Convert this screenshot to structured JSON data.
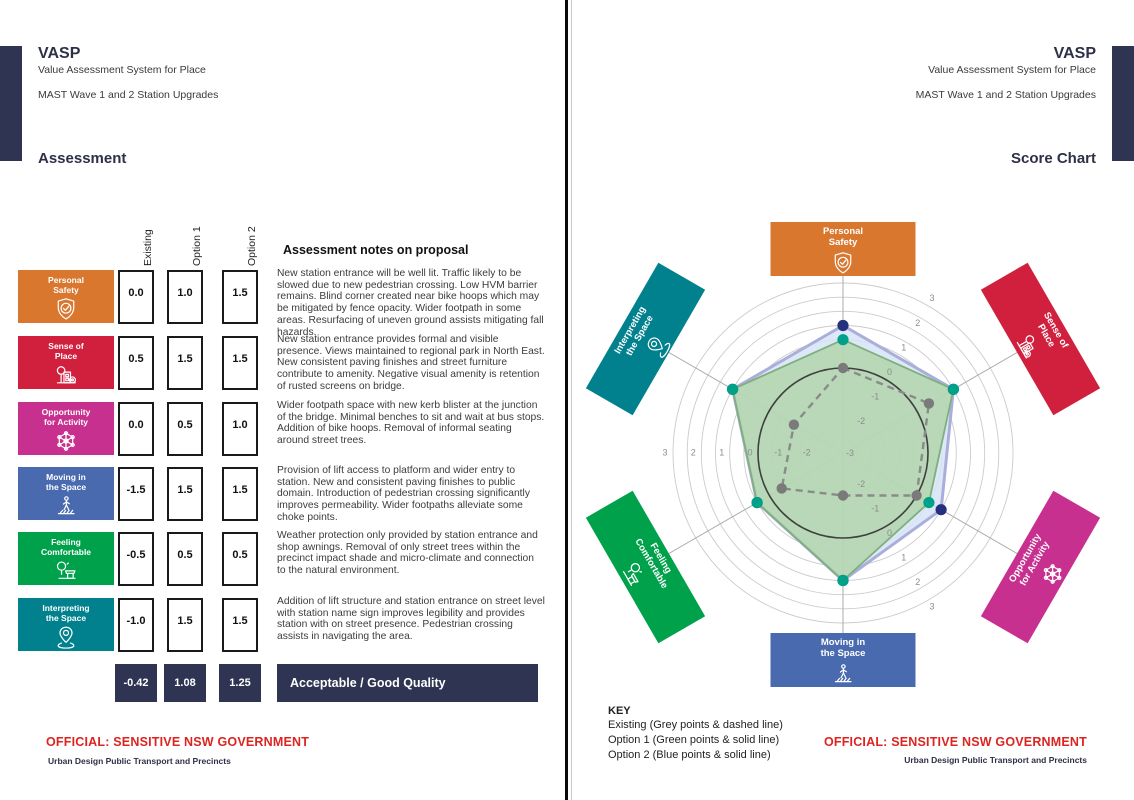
{
  "page_left": {
    "title": "VASP",
    "subtitle": "Value Assessment System for Place",
    "project": "MAST Wave 1 and 2 Station Upgrades",
    "section_title": "Assessment",
    "notes_title": "Assessment notes on proposal",
    "columns": [
      "Existing",
      "Option 1",
      "Option 2"
    ],
    "totals": [
      "-0.42",
      "1.08",
      "1.25"
    ],
    "verdict": "Acceptable / Good Quality",
    "footer_classification": "OFFICIAL: SENSITIVE NSW GOVERNMENT",
    "footer_org": "Urban Design Public Transport and Precincts",
    "rows": [
      {
        "label_lines": [
          "Personal",
          "Safety"
        ],
        "color": "#D9772F",
        "icon": "shield-check-icon",
        "values": [
          "0.0",
          "1.0",
          "1.5"
        ],
        "note": "New station entrance will be well lit. Traffic likely to be slowed due to new pedestrian crossing. Low HVM barrier remains. Blind corner created near bike hoops which may be mitigated by fence opacity. Wider footpath in some areas. Resurfacing of uneven ground assists mitigating fall hazards."
      },
      {
        "label_lines": [
          "Sense of",
          "Place"
        ],
        "color": "#D0203E",
        "icon": "place-buildings-icon",
        "values": [
          "0.5",
          "1.5",
          "1.5"
        ],
        "note": "New station entrance provides formal and visible presence. Views maintained to regional park in North East. New consistent paving finishes and street furniture contribute to amenity. Negative visual amenity is retention of rusted screens on bridge."
      },
      {
        "label_lines": [
          "Opportunity",
          "for Activity"
        ],
        "color": "#C8308F",
        "icon": "activity-network-icon",
        "values": [
          "0.0",
          "0.5",
          "1.0"
        ],
        "note": "Wider footpath space with new kerb blister at the junction of the bridge. Minimal benches to sit and wait at bus stops. Addition of bike hoops. Removal of informal seating around street trees."
      },
      {
        "label_lines": [
          "Moving in",
          "the Space"
        ],
        "color": "#4A6AB0",
        "icon": "pedestrian-crossing-icon",
        "values": [
          "-1.5",
          "1.5",
          "1.5"
        ],
        "note": "Provision of lift access to platform and wider entry to station. New and consistent paving finishes to public domain. Introduction of pedestrian crossing significantly improves permeability. Wider footpaths alleviate some choke points."
      },
      {
        "label_lines": [
          "Feeling",
          "Comfortable"
        ],
        "color": "#00A14B",
        "icon": "tree-bench-icon",
        "values": [
          "-0.5",
          "0.5",
          "0.5"
        ],
        "note": "Weather protection only provided by station entrance and shop awnings. Removal of only street trees within the precinct impact shade and micro-climate and connection to the natural environment."
      },
      {
        "label_lines": [
          "Interpreting",
          "the Space"
        ],
        "color": "#00818D",
        "icon": "location-pin-icon",
        "values": [
          "-1.0",
          "1.5",
          "1.5"
        ],
        "note": "Addition of lift structure and station entrance on street level with station name sign improves legibility and provides station with on street presence. Pedestrian crossing assists in navigating the area."
      }
    ]
  },
  "page_right": {
    "title": "VASP",
    "subtitle": "Value Assessment System for Place",
    "project": "MAST Wave 1 and 2 Station Upgrades",
    "section_title": "Score Chart",
    "key_title": "KEY",
    "key_items": [
      "Existing (Grey points & dashed line)",
      "Option 1 (Green points & solid line)",
      "Option 2 (Blue points & solid line)"
    ],
    "footer_classification": "OFFICIAL: SENSITIVE NSW GOVERNMENT",
    "footer_org": "Urban Design Public Transport and Precincts"
  },
  "chart_data": {
    "type": "radar",
    "title": "Score Chart",
    "scale": {
      "min": -3,
      "max": 3,
      "ring_step": 0.5,
      "zero_ring_emphasized": true,
      "tick_values": [
        3,
        2,
        1,
        0,
        -1,
        -2,
        -3
      ],
      "tick_directions_deg": [
        30,
        150,
        270
      ]
    },
    "axes": [
      {
        "label": "Personal Safety",
        "label_lines": [
          "Personal",
          "Safety"
        ],
        "color": "#D9772F",
        "icon": "shield-check-icon"
      },
      {
        "label": "Sense of Place",
        "label_lines": [
          "Sense of",
          "Place"
        ],
        "color": "#D0203E",
        "icon": "place-buildings-icon"
      },
      {
        "label": "Opportunity for Activity",
        "label_lines": [
          "Opportunity",
          "for Activity"
        ],
        "color": "#C8308F",
        "icon": "activity-network-icon"
      },
      {
        "label": "Moving in the Space",
        "label_lines": [
          "Moving in",
          "the Space"
        ],
        "color": "#4A6AB0",
        "icon": "pedestrian-crossing-icon"
      },
      {
        "label": "Feeling Comfortable",
        "label_lines": [
          "Feeling",
          "Comfortable"
        ],
        "color": "#00A14B",
        "icon": "tree-bench-icon"
      },
      {
        "label": "Interpreting the Space",
        "label_lines": [
          "Interpreting",
          "the Space"
        ],
        "color": "#00818D",
        "icon": "location-pin-icon"
      }
    ],
    "series": [
      {
        "name": "Existing",
        "values": [
          0.0,
          0.5,
          0.0,
          -1.5,
          -0.5,
          -1.0
        ],
        "line_style": "dashed",
        "line_color": "#8A8A8A",
        "fill_color": "none",
        "point_color": "#7A7A7A"
      },
      {
        "name": "Option 2",
        "values": [
          1.5,
          1.5,
          1.0,
          1.5,
          0.5,
          1.5
        ],
        "line_style": "solid",
        "line_color": "#A9AEDB",
        "fill_color": "rgba(214,228,246,0.85)",
        "point_color": "#25317E"
      },
      {
        "name": "Option 1",
        "values": [
          1.0,
          1.5,
          0.5,
          1.5,
          0.5,
          1.5
        ],
        "line_style": "solid",
        "line_color": "#7FAE7F",
        "fill_color": "rgba(175,211,166,0.8)",
        "point_color": "#00A189"
      }
    ],
    "legend_position": "bottom-left"
  },
  "style_tokens": {
    "navy": "#2E3452",
    "classification_red": "#DC2420",
    "ring_color": "#CBCBCB",
    "zero_ring_color": "#3F3F3F",
    "spoke_color": "#ABABAB",
    "tick_text_color": "#8C8C8C"
  }
}
